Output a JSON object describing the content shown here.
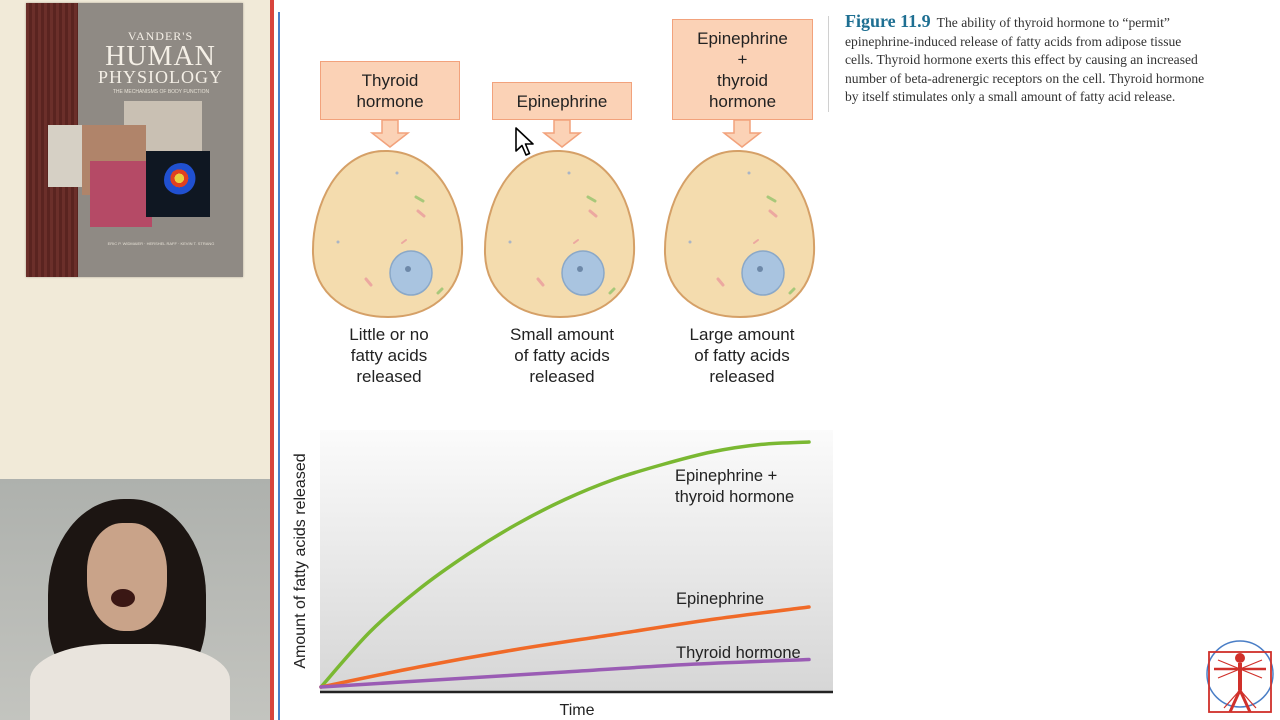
{
  "book": {
    "title_line1": "VANDER'S",
    "title_line2": "HUMAN",
    "title_line3": "PHYSIOLOGY",
    "subtitle": "THE MECHANISMS OF BODY FUNCTION",
    "authors": "ERIC P. WIDMAIER · HERSHEL RAFF · KEVIN T. STRANG"
  },
  "figure": {
    "label_boxes": {
      "thyroid": "Thyroid\nhormone",
      "epinephrine": "Epinephrine",
      "combo": "Epinephrine\n+\nthyroid\nhormone"
    },
    "cell_captions": {
      "c1": "Little or no\nfatty acids\nreleased",
      "c2": "Small amount\nof fatty acids\nreleased",
      "c3": "Large amount\nof fatty acids\nreleased"
    },
    "caption": {
      "label": "Figure 11.9",
      "lines": [
        "The ability of thyroid hormone to “permit”",
        "epinephrine-induced release of fatty acids from adipose tissue",
        "cells. Thyroid hormone exerts this effect by causing an increased",
        "number of beta-adrenergic receptors on the cell. Thyroid hormone",
        "by itself stimulates only a small amount of fatty acid release."
      ]
    }
  },
  "chart_data": {
    "type": "line",
    "xlabel": "Time",
    "ylabel": "Amount of fatty acids released",
    "xlim": [
      0,
      1
    ],
    "ylim": [
      0,
      1
    ],
    "grid": false,
    "legend": "inline labels at right end of each curve",
    "series": [
      {
        "name": "Epinephrine +\nthyroid hormone",
        "color": "#7ab832",
        "x": [
          0,
          0.1,
          0.2,
          0.3,
          0.4,
          0.5,
          0.6,
          0.7,
          0.8,
          0.9,
          1.0
        ],
        "y": [
          0,
          0.22,
          0.39,
          0.53,
          0.65,
          0.75,
          0.83,
          0.89,
          0.94,
          0.97,
          0.98
        ]
      },
      {
        "name": "Epinephrine",
        "color": "#f06a28",
        "x": [
          0,
          0.2,
          0.4,
          0.6,
          0.8,
          1.0
        ],
        "y": [
          0,
          0.08,
          0.15,
          0.21,
          0.27,
          0.32
        ]
      },
      {
        "name": "Thyroid hormone",
        "color": "#9a5cb4",
        "x": [
          0,
          0.25,
          0.5,
          0.75,
          1.0
        ],
        "y": [
          0,
          0.03,
          0.06,
          0.09,
          0.11
        ]
      }
    ]
  }
}
